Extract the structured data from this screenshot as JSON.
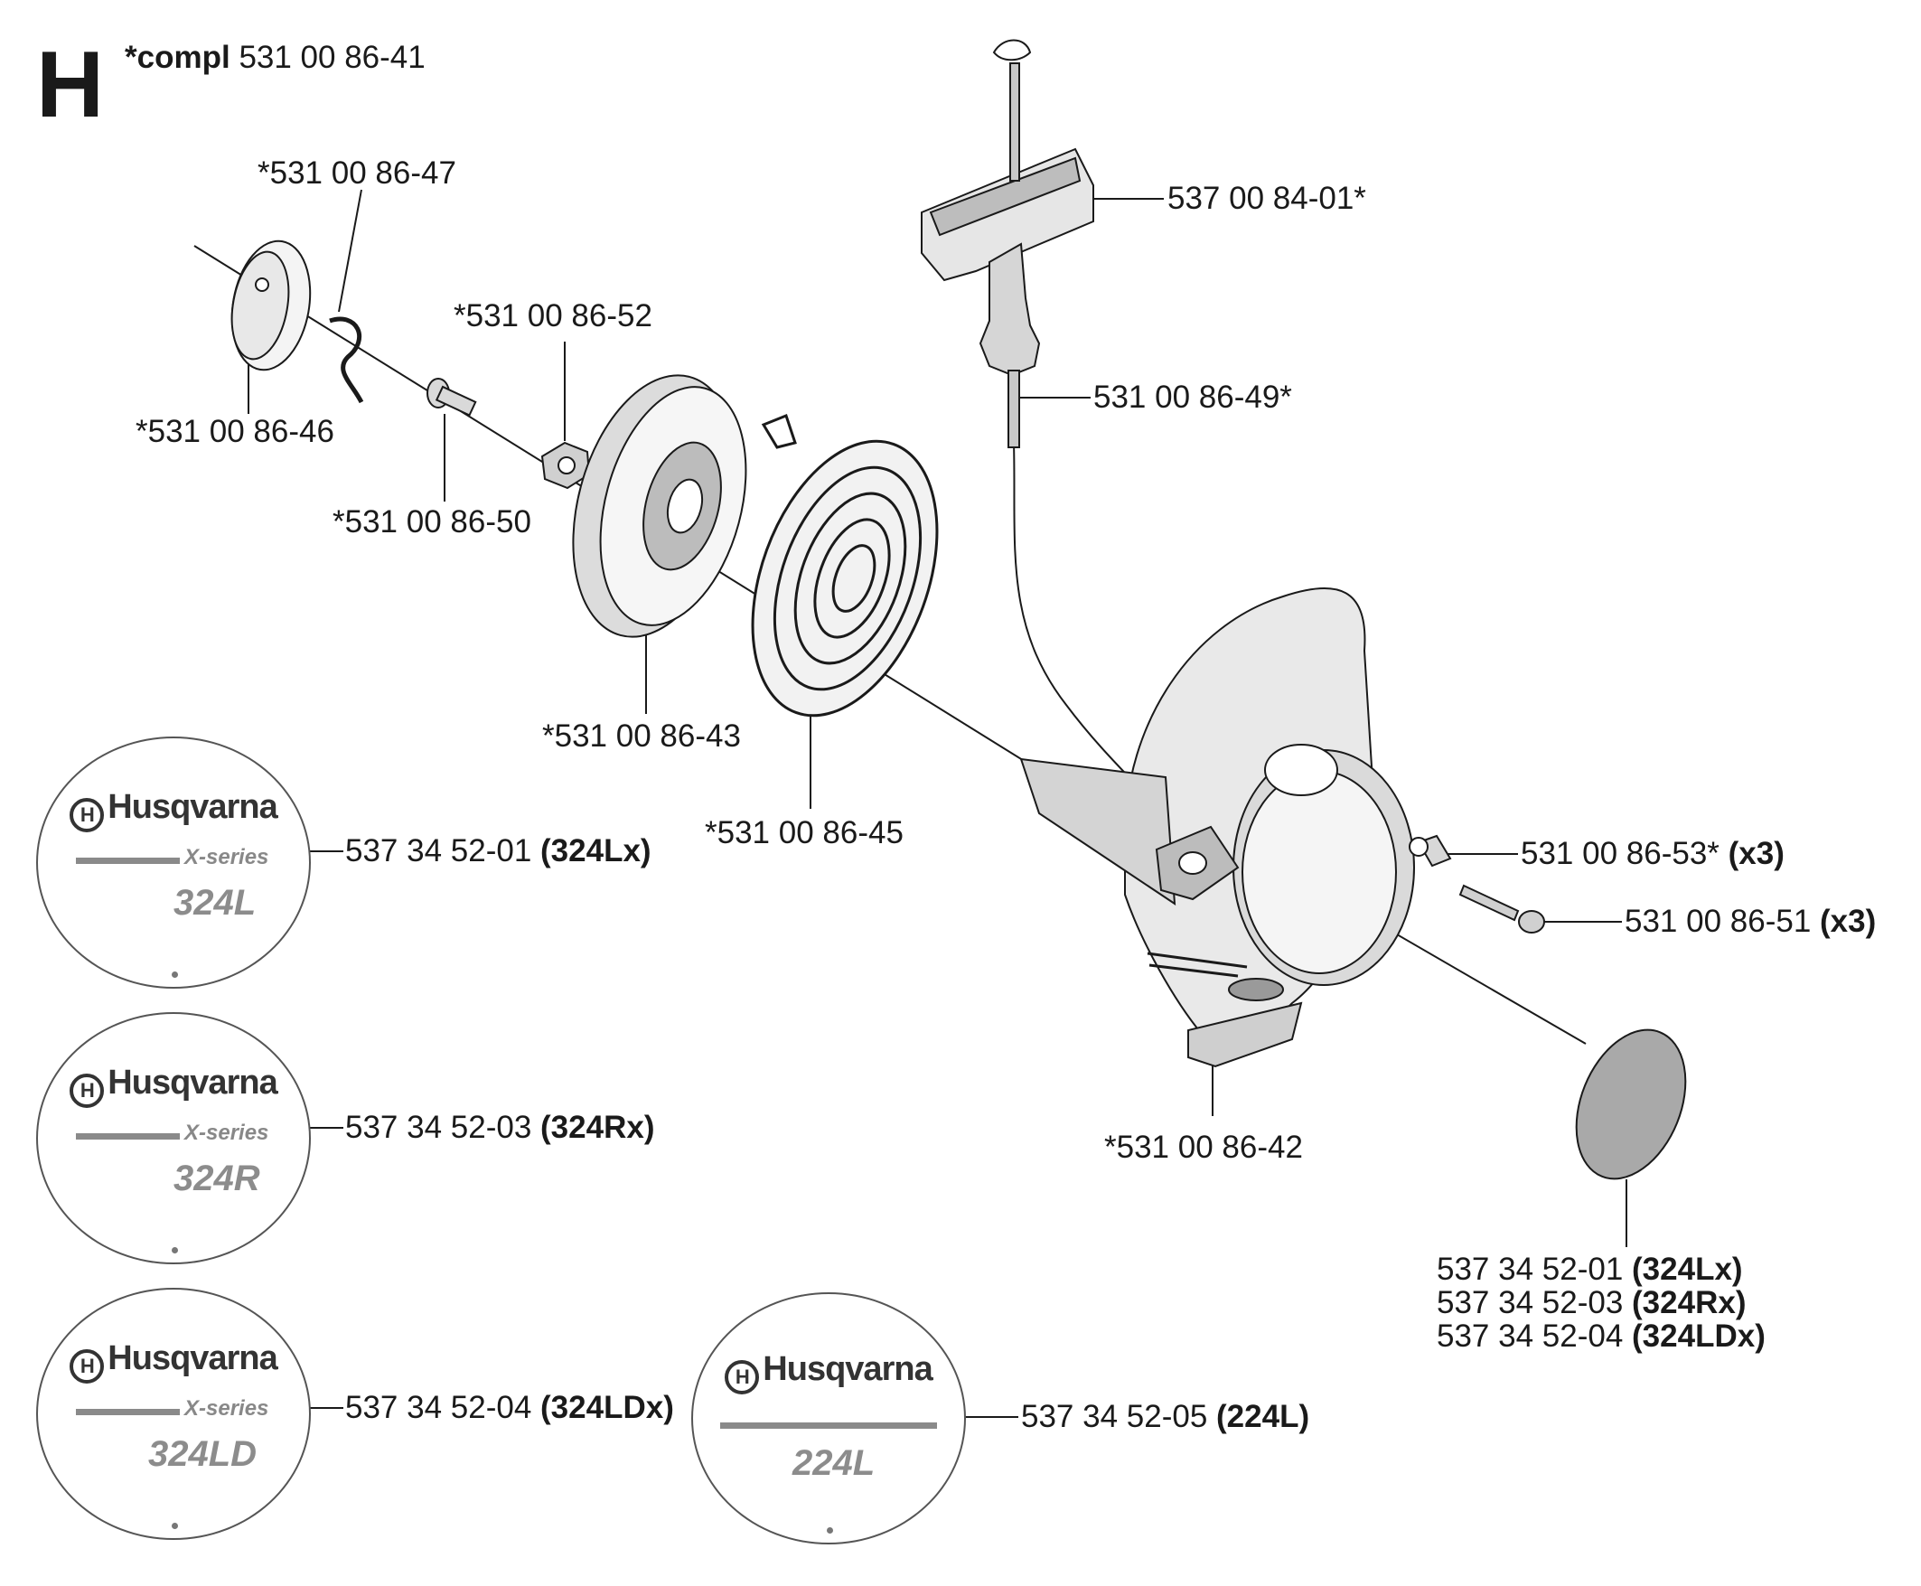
{
  "section_letter": "H",
  "assembly": {
    "prefix": "*compl",
    "number": "531 00 86-41"
  },
  "parts": {
    "p47": "*531 00 86-47",
    "p46": "*531 00 86-46",
    "p52": "*531 00 86-52",
    "p50": "*531 00 86-50",
    "p43": "*531 00 86-43",
    "p45": "*531 00 86-45",
    "p42": "*531 00 86-42",
    "handle": "537 00 84-01*",
    "rope": "531 00 86-49*",
    "bushing": {
      "number": "531 00 86-53*",
      "qty": "(x3)"
    },
    "screw": {
      "number": "531 00 86-51",
      "qty": "(x3)"
    }
  },
  "decals": [
    {
      "number": "537 34 52-01",
      "variant": "(324Lx)",
      "brand": "Husqvarna",
      "series": "X-series",
      "model": "324L"
    },
    {
      "number": "537 34 52-03",
      "variant": "(324Rx)",
      "brand": "Husqvarna",
      "series": "X-series",
      "model": "324R"
    },
    {
      "number": "537 34 52-04",
      "variant": "(324LDx)",
      "brand": "Husqvarna",
      "series": "X-series",
      "model": "324LD"
    },
    {
      "number": "537 34 52-05",
      "variant": "(224L)",
      "brand": "Husqvarna",
      "series": "",
      "model": "224L"
    }
  ],
  "disc_list": [
    {
      "number": "537 34 52-01",
      "variant": "(324Lx)"
    },
    {
      "number": "537 34 52-03",
      "variant": "(324Rx)"
    },
    {
      "number": "537 34 52-04",
      "variant": "(324LDx)"
    }
  ]
}
